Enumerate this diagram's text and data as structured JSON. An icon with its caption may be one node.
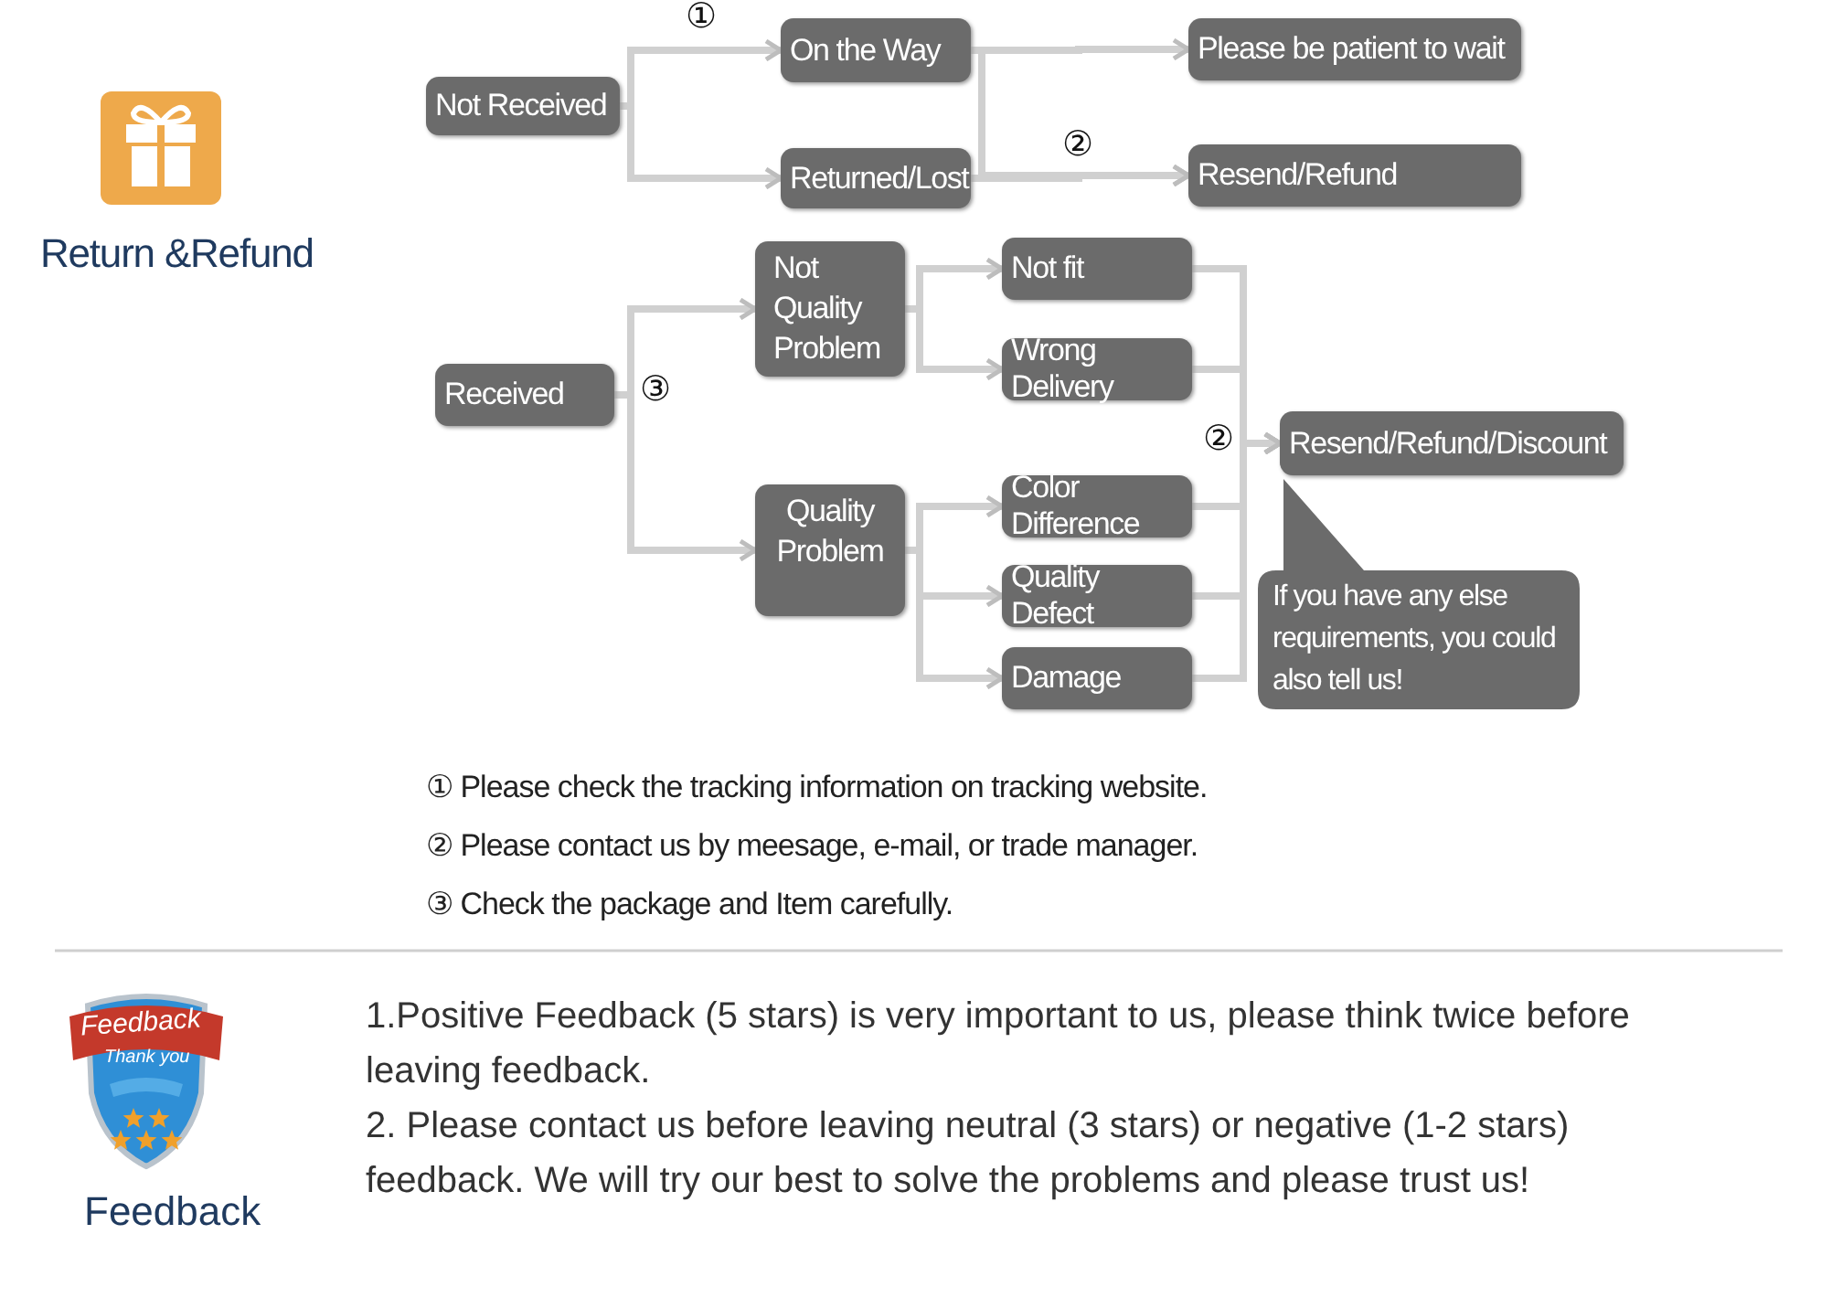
{
  "diagram": {
    "nodes": [
      {
        "text": [
          "Not Received"
        ]
      },
      {
        "text": [
          "On the Way"
        ]
      },
      {
        "text": [
          "Returned/Lost"
        ]
      },
      {
        "text": [
          "Please be patient to wait"
        ]
      },
      {
        "text": [
          "Resend/Refund"
        ]
      },
      {
        "text": [
          "Received"
        ]
      },
      {
        "text": [
          "Not Quality Problem"
        ]
      },
      {
        "text": [
          "Quality Problem"
        ]
      },
      {
        "text": [
          "Not fit"
        ]
      },
      {
        "text": [
          "Wrong Delivery"
        ]
      },
      {
        "text": [
          "Color Difference"
        ]
      },
      {
        "text": [
          "Quality Defect"
        ]
      },
      {
        "text": [
          "Damage"
        ]
      },
      {
        "text": [
          "Resend/Refund/Discount"
        ]
      },
      {
        "text": [
          "If you have any else requirements, you could also tell us!"
        ]
      }
    ],
    "edges": [
      {
        "from": 0,
        "to": 1,
        "arrow": "to",
        "label": "①"
      },
      {
        "from": 0,
        "to": 2,
        "arrow": "to"
      },
      {
        "from": 1,
        "to": 3,
        "arrow": "to"
      },
      {
        "from": 1,
        "to": 4,
        "arrow": "to"
      },
      {
        "from": 2,
        "to": 4,
        "arrow": "to",
        "label": "②"
      },
      {
        "from": 5,
        "to": 6,
        "arrow": "to",
        "label": "③"
      },
      {
        "from": 5,
        "to": 7,
        "arrow": "to"
      },
      {
        "from": 6,
        "to": 8,
        "arrow": "to"
      },
      {
        "from": 6,
        "to": 9,
        "arrow": "to"
      },
      {
        "from": 7,
        "to": 10,
        "arrow": "to"
      },
      {
        "from": 7,
        "to": 11,
        "arrow": "to"
      },
      {
        "from": 7,
        "to": 12,
        "arrow": "to"
      },
      {
        "from": 8,
        "to": 13,
        "arrow": "to"
      },
      {
        "from": 9,
        "to": 13,
        "arrow": "to",
        "label": "②"
      },
      {
        "from": 10,
        "to": 13,
        "arrow": "to"
      },
      {
        "from": 11,
        "to": 13,
        "arrow": "to"
      },
      {
        "from": 12,
        "to": 13,
        "arrow": "to"
      }
    ],
    "labels": [
      "Return &Refund",
      "① Please check the tracking information on tracking website.",
      "② Please contact us by meesage, e-mail, or trade manager.",
      "③ Check the package and Item carefully.",
      "Feedback",
      "Thank you",
      "Feedback",
      "1.Positive Feedback (5 stars) is very important to us, please think twice before leaving feedback.",
      "2. Please contact us before leaving neutral (3 stars) or negative (1-2 stars) feedback. We will try our best to solve the problems and please trust us!"
    ]
  }
}
